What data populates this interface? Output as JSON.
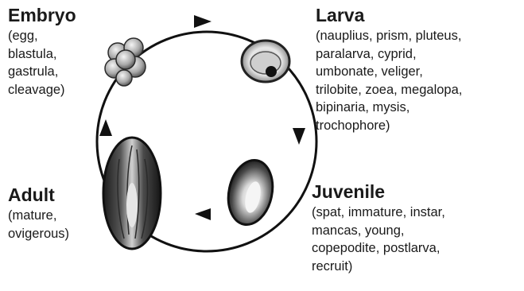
{
  "stages": {
    "embryo": {
      "title": "Embryo",
      "lines": [
        "(egg,",
        "blastula,",
        "gastrula,",
        "cleavage)"
      ]
    },
    "larva": {
      "title": "Larva",
      "lines": [
        "(nauplius, prism, pluteus,",
        "paralarva, cyprid,",
        "umbonate, veliger,",
        "trilobite, zoea, megalopa,",
        "bipinaria, mysis,",
        "trochophore)"
      ]
    },
    "juvenile": {
      "title": "Juvenile",
      "lines": [
        "(spat, immature, instar,",
        "mancas, young,",
        "copepodite, postlarva,",
        "recruit)"
      ]
    },
    "adult": {
      "title": "Adult",
      "lines": [
        "(mature,",
        "ovigerous)"
      ]
    }
  }
}
